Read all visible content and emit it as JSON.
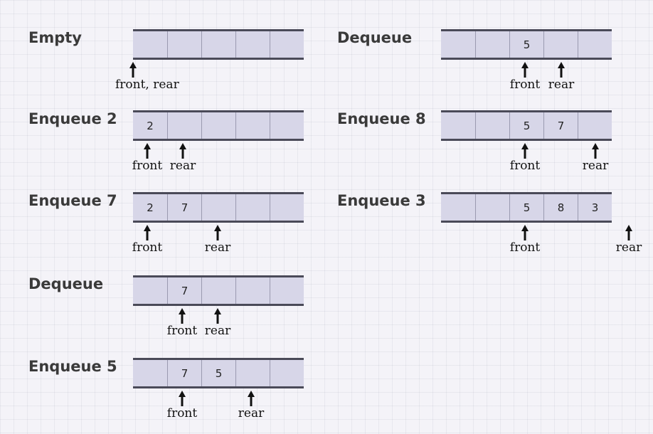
{
  "steps": [
    {
      "op": "Empty",
      "cells": [
        "",
        "",
        "",
        "",
        ""
      ],
      "front_label": "front, rear",
      "rear_label": ""
    },
    {
      "op": "Enqueue 2",
      "cells": [
        "2",
        "",
        "",
        "",
        ""
      ],
      "front_label": "front",
      "rear_label": "rear"
    },
    {
      "op": "Enqueue 7",
      "cells": [
        "2",
        "7",
        "",
        "",
        ""
      ],
      "front_label": "front",
      "rear_label": "rear"
    },
    {
      "op": "Dequeue",
      "cells": [
        "",
        "7",
        "",
        "",
        ""
      ],
      "front_label": "front",
      "rear_label": "rear"
    },
    {
      "op": "Enqueue 5",
      "cells": [
        "",
        "7",
        "5",
        "",
        ""
      ],
      "front_label": "front",
      "rear_label": "rear"
    },
    {
      "op": "Dequeue",
      "cells": [
        "",
        "",
        "5",
        "",
        ""
      ],
      "front_label": "front",
      "rear_label": "rear"
    },
    {
      "op": "Enqueue 8",
      "cells": [
        "",
        "",
        "5",
        "7",
        ""
      ],
      "front_label": "front",
      "rear_label": "rear"
    },
    {
      "op": "Enqueue 3",
      "cells": [
        "",
        "",
        "5",
        "8",
        "3"
      ],
      "front_label": "front",
      "rear_label": "rear"
    }
  ]
}
